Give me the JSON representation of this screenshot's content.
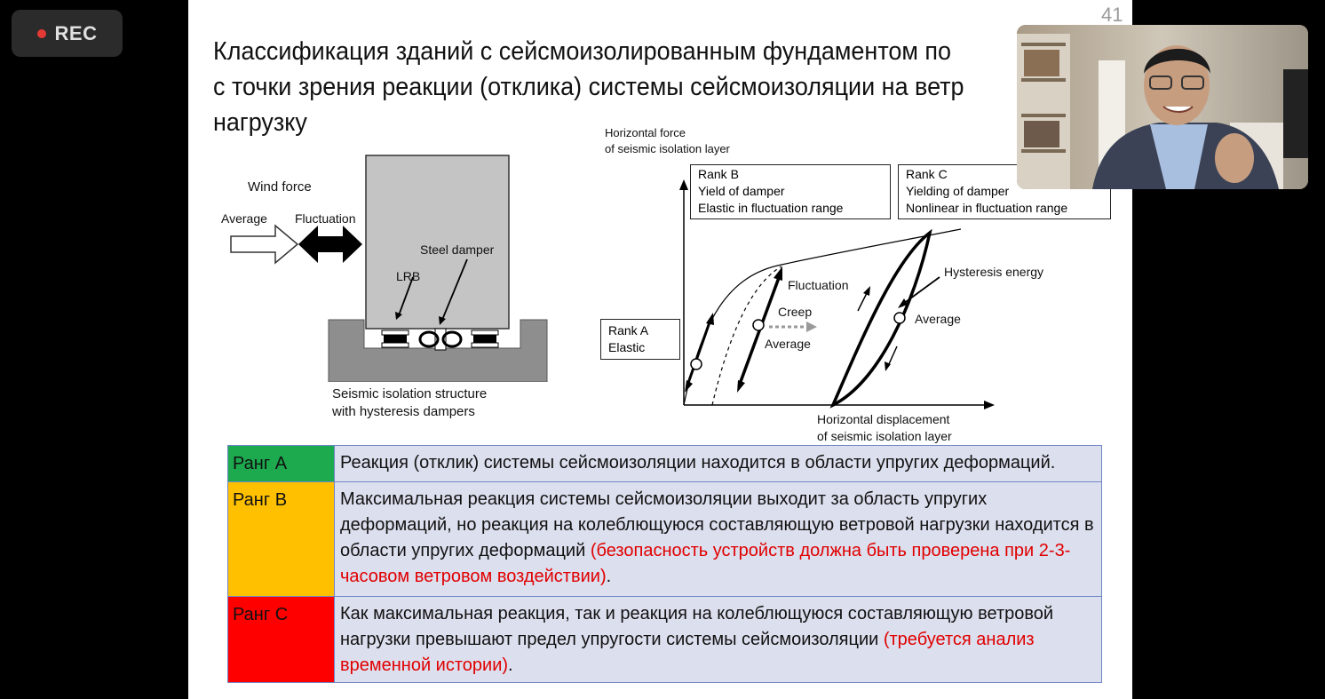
{
  "recording": {
    "label": "REC"
  },
  "slide": {
    "page_number": "41",
    "title_lines": [
      "Классификация зданий с сейсмоизолированным фундаментом по",
      "с точки зрения реакции (отклика) системы сейсмоизоляции на ветр",
      "нагрузку"
    ],
    "left_diagram": {
      "wind_force": "Wind force",
      "average": "Average",
      "fluctuation": "Fluctuation",
      "steel_damper": "Steel damper",
      "lrb": "LRB",
      "caption_line1": "Seismic isolation structure",
      "caption_line2": "with hysteresis dampers"
    },
    "right_diagram": {
      "y_axis_line1": "Horizontal force",
      "y_axis_line2": "of seismic isolation layer",
      "x_axis_line1": "Horizontal displacement",
      "x_axis_line2": "of seismic isolation layer",
      "rank_b": [
        "Rank B",
        "Yield of damper",
        "Elastic in fluctuation range"
      ],
      "rank_c": [
        "Rank C",
        "Yielding of damper",
        "Nonlinear in fluctuation range"
      ],
      "rank_a": [
        "Rank A",
        "Elastic"
      ],
      "fluctuation": "Fluctuation",
      "creep": "Creep",
      "average_mid": "Average",
      "hysteresis_energy": "Hysteresis energy",
      "average_right": "Average"
    },
    "table": {
      "rows": [
        {
          "rank": "Ранг A",
          "color": "#1daa4f",
          "text": "Реакция (отклик) системы сейсмоизоляции находится в области упругих деформаций.",
          "red": "",
          "tail": ""
        },
        {
          "rank": "Ранг B",
          "color": "#ffc000",
          "text": "Максимальная реакция системы сейсмоизоляции выходит за область упругих деформаций, но реакция на колеблющуюся составляющую ветровой нагрузки находится в области упругих деформаций ",
          "red": "(безопасность устройств должна быть проверена при 2-3-часовом ветровом воздействии)",
          "tail": "."
        },
        {
          "rank": "Ранг C",
          "color": "#ff0000",
          "text": "Как максимальная реакция, так и реакция на колеблющуюся составляющую ветровой нагрузки превышают предел упругости системы сейсмоизоляции ",
          "red": "(требуется анализ временной истории)",
          "tail": "."
        }
      ]
    }
  }
}
